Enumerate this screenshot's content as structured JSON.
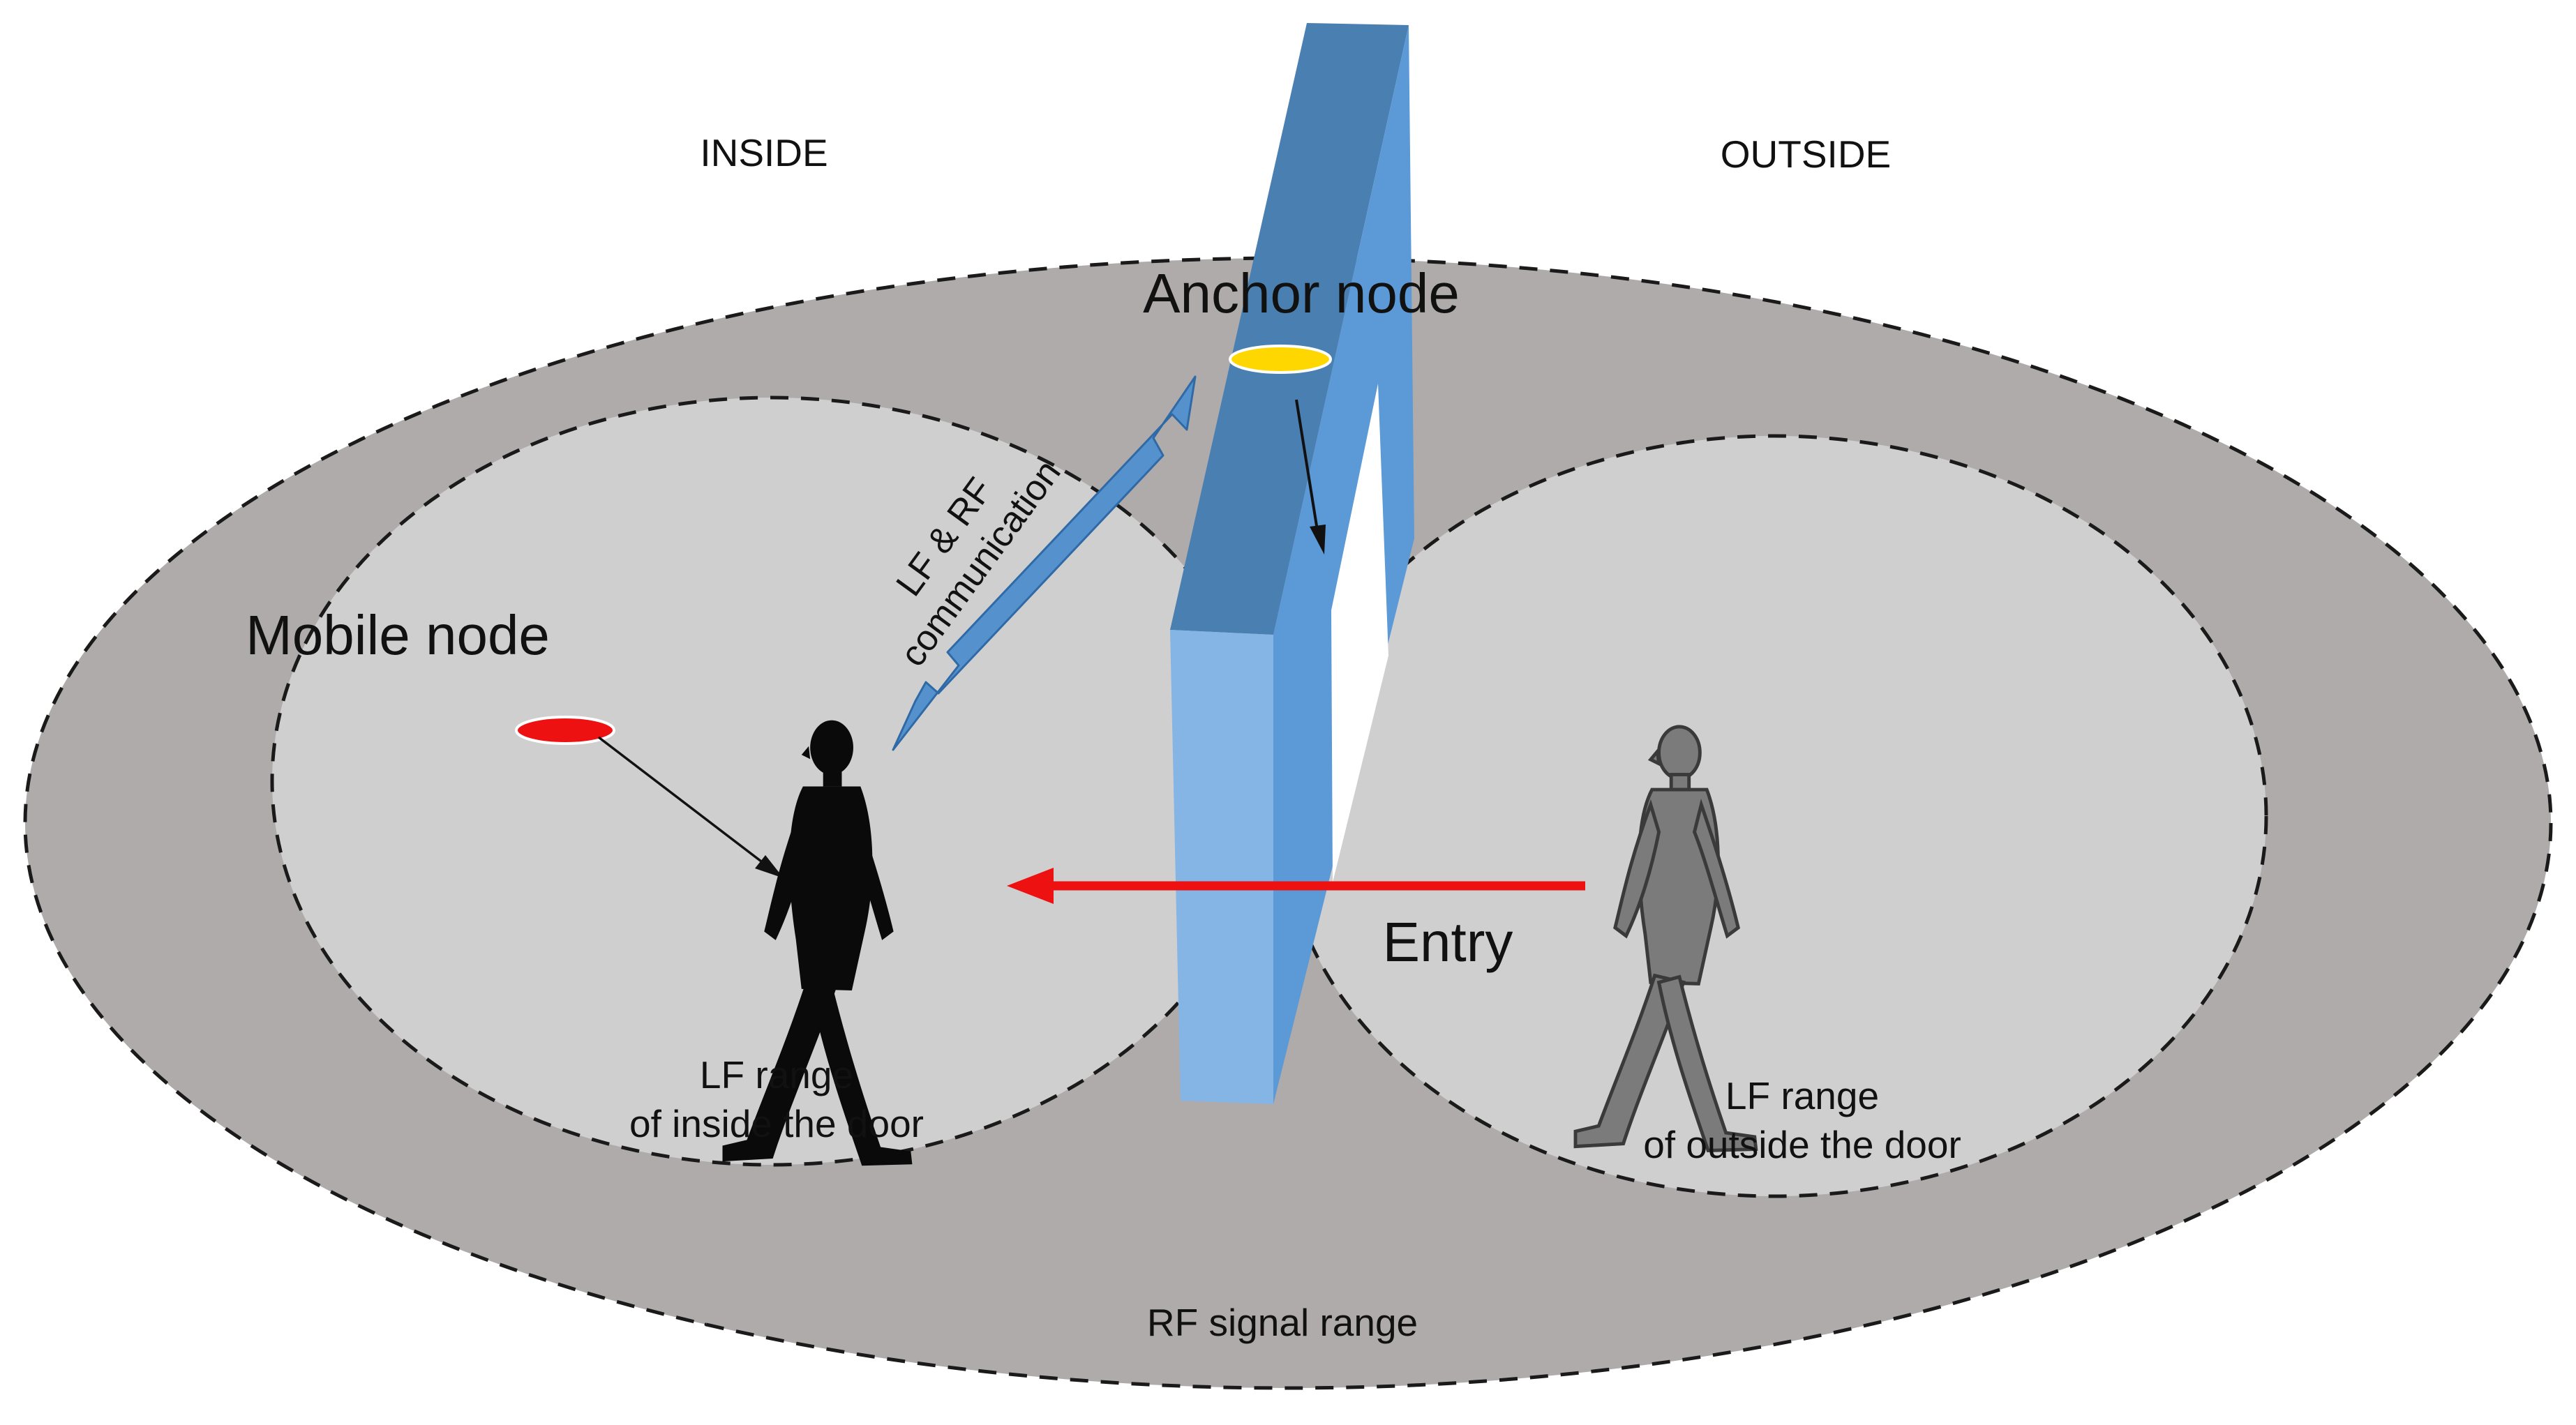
{
  "labels": {
    "inside": "INSIDE",
    "outside": "OUTSIDE",
    "anchor_node": "Anchor node",
    "mobile_node": "Mobile node",
    "comm_line1": "LF & RF",
    "comm_line2": "communication",
    "entry": "Entry",
    "lf_inside_line1": "LF range",
    "lf_inside_line2": "of inside the door",
    "lf_outside_line1": "LF range",
    "lf_outside_line2": "of outside the door",
    "rf_range": "RF signal range"
  },
  "colors": {
    "rf_zone": "#afabab",
    "lf_zone": "#d0cfd0",
    "wall_top": "#4a7fb1",
    "wall_front": "#84b5e4",
    "wall_side": "#5b9ad6",
    "comm_arrow": "#5592cd",
    "anchor_node": "#ffd700",
    "mobile_node": "#ee1111",
    "entry_arrow": "#ee1111",
    "person_inside": "#0a0a0a",
    "person_outside": "#7b7b7b"
  }
}
